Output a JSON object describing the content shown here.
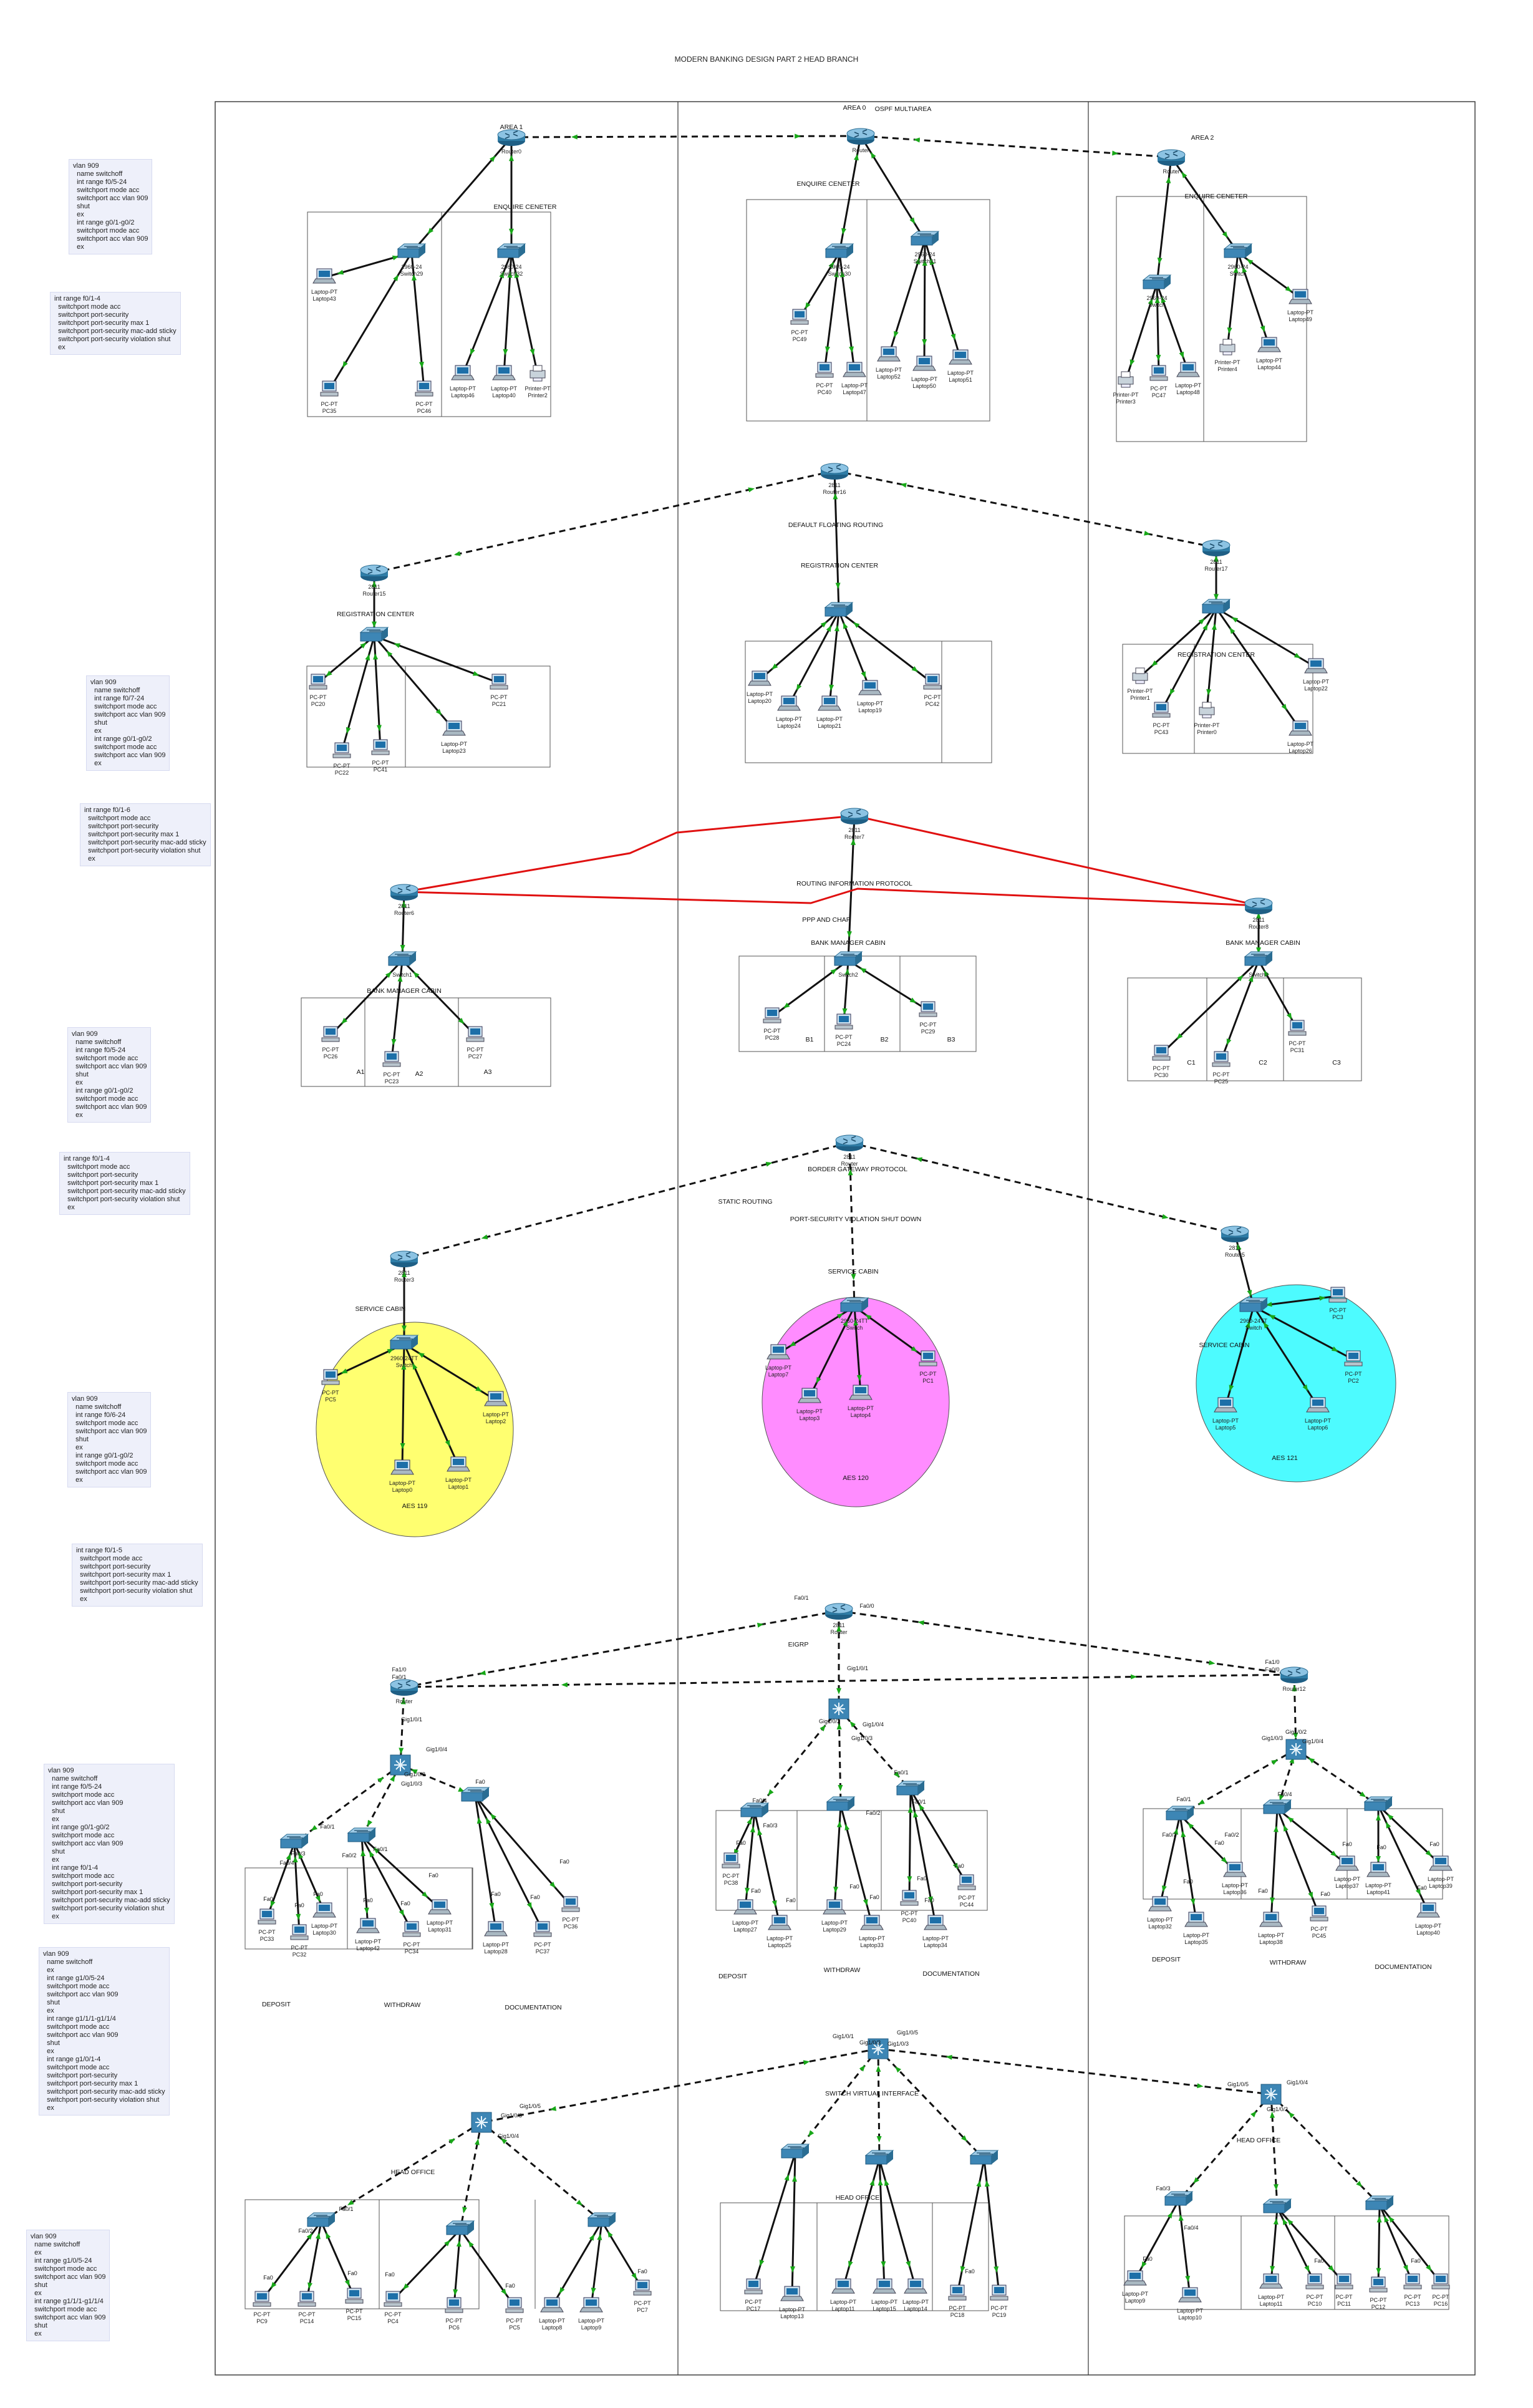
{
  "title": "MODERN BANKING DESIGN PART 2 HEAD BRANCH",
  "config_blocks": [
    {
      "id": "cfg1",
      "text": "vlan 909\n  name switchoff\n  int range f0/5-24\n  switchport mode acc\n  switchport acc vlan 909\n  shut\n  ex\n  int range g0/1-g0/2\n  switchport mode acc\n  switchport acc vlan 909\n  ex"
    },
    {
      "id": "cfg2",
      "text": "int range f0/1-4\n  switchport mode acc\n  switchport port-security\n  switchport port-security max 1\n  switchport port-security mac-add sticky\n  switchport port-security violation shut\n  ex"
    },
    {
      "id": "cfg3",
      "text": "vlan 909\n  name switchoff\n  int range f0/7-24\n  switchport mode acc\n  switchport acc vlan 909\n  shut\n  ex\n  int range g0/1-g0/2\n  switchport mode acc\n  switchport acc vlan 909\n  ex"
    },
    {
      "id": "cfg4",
      "text": "int range f0/1-6\n  switchport mode acc\n  switchport port-security\n  switchport port-security max 1\n  switchport port-security mac-add sticky\n  switchport port-security violation shut\n  ex"
    },
    {
      "id": "cfg5",
      "text": "vlan 909\n  name switchoff\n  int range f0/5-24\n  switchport mode acc\n  switchport acc vlan 909\n  shut\n  ex\n  int range g0/1-g0/2\n  switchport mode acc\n  switchport acc vlan 909\n  ex"
    },
    {
      "id": "cfg6",
      "text": "int range f0/1-4\n  switchport mode acc\n  switchport port-security\n  switchport port-security max 1\n  switchport port-security mac-add sticky\n  switchport port-security violation shut\n  ex"
    },
    {
      "id": "cfg7",
      "text": "vlan 909\n  name switchoff\n  int range f0/6-24\n  switchport mode acc\n  switchport acc vlan 909\n  shut\n  ex\n  int range g0/1-g0/2\n  switchport mode acc\n  switchport acc vlan 909\n  ex"
    },
    {
      "id": "cfg8",
      "text": "int range f0/1-5\n  switchport mode acc\n  switchport port-security\n  switchport port-security max 1\n  switchport port-security mac-add sticky\n  switchport port-security violation shut\n  ex"
    },
    {
      "id": "cfg9",
      "text": "vlan 909\n  name switchoff\n  int range f0/5-24\n  switchport mode acc\n  switchport acc vlan 909\n  shut\n  ex\n  int range g0/1-g0/2\n  switchport mode acc\n  switchport acc vlan 909\n  shut\n  ex\n  int range f0/1-4\n  switchport mode acc\n  switchport port-security\n  switchport port-security max 1\n  switchport port-security mac-add sticky\n  switchport port-security violation shut\n  ex"
    },
    {
      "id": "cfg10",
      "text": "vlan 909\n  name switchoff\n  ex\n  int range g1/0/5-24\n  switchport mode acc\n  switchport acc vlan 909\n  shut\n  ex\n  int range g1/1/1-g1/1/4\n  switchport mode acc\n  switchport acc vlan 909\n  shut\n  ex\n  int range g1/0/1-4\n  switchport mode acc\n  switchport port-security\n  switchport port-security max 1\n  switchport port-security mac-add sticky\n  switchport port-security violation shut\n  ex"
    },
    {
      "id": "cfg11",
      "text": "vlan 909\n  name switchoff\n  ex\n  int range g1/0/5-24\n  switchport mode acc\n  switchport acc vlan 909\n  shut\n  ex\n  int range g1/1/1-g1/1/4\n  switchport mode acc\n  switchport acc vlan 909\n  shut\n  ex"
    }
  ],
  "section_labels": [
    "AREA 1",
    "AREA 0",
    "OSPF MULTIAREA",
    "AREA 2",
    "ENQUIRE CENETER",
    "ENQUIRE CENETER",
    "ENQUIRE CENETER",
    "DEFAULT FLOATING ROUTING",
    "REGISTRATION CENTER",
    "REGISTRATION CENTER",
    "REGISTRATION CENTER",
    "ROUTING INFORMATION PROTOCOL",
    "PPP AND CHAP",
    "BANK MANAGER CABIN",
    "BANK MANAGER CABIN",
    "BANK MANAGER CABIN",
    "A1",
    "A2",
    "A3",
    "B1",
    "B2",
    "B3",
    "C1",
    "C2",
    "C3",
    "BORDER GATEWAY PROTOCOL",
    "STATIC ROUTING",
    "PORT-SECURITY VIOLATION SHUT DOWN",
    "SERVICE CABIN",
    "SERVICE CABIN",
    "SERVICE CABIN",
    "AES 119",
    "AES 120",
    "AES 121",
    "EIGRP",
    "DEPOSIT",
    "WITHDRAW",
    "DOCUMENTATION",
    "DEPOSIT",
    "WITHDRAW",
    "DOCUMENTATION",
    "DEPOSIT",
    "WITHDRAW",
    "DOCUMENTATION",
    "SWITCH VIRTUAL INTERFACE",
    "HEAD OFFICE",
    "HEAD OFFICE",
    "HEAD OFFICE"
  ],
  "device_labels": [
    "Router0",
    "2960-24",
    "Switch29",
    "2960-24",
    "Switch32",
    "Laptop-PT",
    "Laptop43",
    "PC-PT",
    "PC35",
    "PC-PT",
    "PC46",
    "Laptop-PT",
    "Laptop46",
    "Laptop-PT",
    "Laptop40",
    "Printer-PT",
    "Printer2",
    "Router",
    "2960-24",
    "Switch30",
    "2960-24",
    "Switch31",
    "PC-PT",
    "PC49",
    "PC-PT",
    "PC40",
    "Laptop-PT",
    "Laptop47",
    "Laptop-PT",
    "Laptop52",
    "Laptop-PT",
    "Laptop50",
    "Laptop-PT",
    "Laptop51",
    "Router",
    "2960-24",
    "Switch",
    "2960-24",
    "Switch",
    "Printer-PT",
    "Printer3",
    "PC-PT",
    "PC47",
    "Laptop-PT",
    "Laptop48",
    "Printer-PT",
    "Printer4",
    "Laptop-PT",
    "Laptop44",
    "Laptop-PT",
    "Laptop49",
    "2811",
    "Router16",
    "2811",
    "Router15",
    "2811",
    "Router17",
    "PC-PT",
    "PC20",
    "PC-PT",
    "PC22",
    "PC-PT",
    "PC41",
    "Laptop-PT",
    "Laptop23",
    "PC-PT",
    "PC21",
    "Laptop-PT",
    "Laptop20",
    "Laptop-PT",
    "Laptop24",
    "Laptop-PT",
    "Laptop21",
    "Laptop-PT",
    "Laptop19",
    "PC-PT",
    "PC42",
    "Printer-PT",
    "Printer1",
    "PC-PT",
    "PC43",
    "Printer-PT",
    "Printer0",
    "Laptop-PT",
    "Laptop22",
    "Laptop-PT",
    "Laptop26",
    "2811",
    "Router7",
    "2811",
    "Router6",
    "2811",
    "Router8",
    "Switch1",
    "Switch2",
    "Switch3",
    "PC-PT",
    "PC26",
    "PC-PT",
    "PC23",
    "PC-PT",
    "PC27",
    "PC-PT",
    "PC28",
    "PC-PT",
    "PC24",
    "PC-PT",
    "PC29",
    "PC-PT",
    "PC30",
    "PC-PT",
    "PC25",
    "PC-PT",
    "PC31",
    "2811",
    "Router",
    "2811",
    "Router3",
    "2811",
    "Router5",
    "2960-24TT",
    "Switch",
    "PC-PT",
    "PC5",
    "Laptop-PT",
    "Laptop0",
    "Laptop-PT",
    "Laptop1",
    "Laptop-PT",
    "Laptop2",
    "2960-24TT",
    "Switch",
    "Laptop-PT",
    "Laptop7",
    "Laptop-PT",
    "Laptop3",
    "Laptop-PT",
    "Laptop4",
    "PC-PT",
    "PC1",
    "2960-24TT",
    "Switch",
    "PC-PT",
    "PC3",
    "PC-PT",
    "PC2",
    "Laptop-PT",
    "Laptop5",
    "Laptop-PT",
    "Laptop6",
    "2811",
    "Router",
    "Router",
    "Router12",
    "PC-PT",
    "PC33",
    "PC-PT",
    "PC32",
    "Laptop-PT",
    "Laptop30",
    "Laptop-PT",
    "Laptop42",
    "PC-PT",
    "PC34",
    "Laptop-PT",
    "Laptop31",
    "Laptop-PT",
    "Laptop28",
    "PC-PT",
    "PC37",
    "PC-PT",
    "PC36",
    "PC-PT",
    "PC38",
    "Laptop-PT",
    "Laptop27",
    "Laptop-PT",
    "Laptop25",
    "Laptop-PT",
    "Laptop29",
    "Laptop-PT",
    "Laptop33",
    "PC-PT",
    "PC40",
    "Laptop-PT",
    "Laptop34",
    "PC-PT",
    "PC44",
    "Laptop-PT",
    "Laptop32",
    "Laptop-PT",
    "Laptop35",
    "Laptop-PT",
    "Laptop36",
    "Laptop-PT",
    "Laptop38",
    "PC-PT",
    "PC45",
    "Laptop-PT",
    "Laptop37",
    "Laptop-PT",
    "Laptop41",
    "Laptop-PT",
    "Laptop39",
    "Laptop-PT",
    "Laptop40",
    "PC-PT",
    "PC9",
    "PC-PT",
    "PC14",
    "PC-PT",
    "PC15",
    "PC-PT",
    "PC4",
    "PC-PT",
    "PC6",
    "PC-PT",
    "PC5",
    "Laptop-PT",
    "Laptop8",
    "Laptop-PT",
    "Laptop9",
    "PC-PT",
    "PC7",
    "PC-PT",
    "PC17",
    "Laptop-PT",
    "Laptop13",
    "Laptop-PT",
    "Laptop11",
    "Laptop-PT",
    "Laptop15",
    "Laptop-PT",
    "Laptop14",
    "PC-PT",
    "PC18",
    "PC-PT",
    "PC19",
    "Laptop-PT",
    "Laptop9",
    "Laptop-PT",
    "Laptop10",
    "Laptop-PT",
    "Laptop11",
    "PC-PT",
    "PC10",
    "PC-PT",
    "PC11",
    "PC-PT",
    "PC12",
    "PC-PT",
    "PC13",
    "PC-PT",
    "PC16"
  ],
  "interface_labels": [
    "Fa0/1",
    "Fa0/0",
    "Gig1/0/1",
    "Fa1/0",
    "Fa0/1",
    "Fa1/0",
    "Fa0/0",
    "Gig1/0/1",
    "Gig1/0/4",
    "Gig1/0/2",
    "Gig1/0/3",
    "Fa0/1",
    "Fa0/4",
    "Fa0/3",
    "Fa0/2",
    "Fa0/1",
    "Fa0",
    "Fa0",
    "Fa0",
    "Fa0",
    "Fa0",
    "Fa0",
    "Fa0",
    "Fa0",
    "Fa0",
    "Fa0",
    "Gig1/0/4",
    "Gig1/0/2",
    "Gig1/0/3",
    "Fa0/1",
    "Fa0/4",
    "Fa0/3",
    "Fa0/2",
    "Fa0/1",
    "Fa0",
    "Fa0",
    "Fa0",
    "Fa0",
    "Fa0",
    "Fa0",
    "Fa0",
    "Fa0",
    "Gig1/0/2",
    "Gig1/0/3",
    "Gig1/0/4",
    "Fa0/1",
    "Fa0/3",
    "Fa0/2",
    "Fa0/4",
    "Fa0",
    "Fa0",
    "Fa0",
    "Fa0",
    "Fa0",
    "Fa0",
    "Fa0",
    "Fa0",
    "Gig1/0/1",
    "Gig1/0/5",
    "Gig1/0/3",
    "Gig1/0/5",
    "Gig1/0/4",
    "Gig1/0/2",
    "Gig1/0/3",
    "Gig1/0/5",
    "Gig1/0/4",
    "Gig1/0/3",
    "Fa0/1",
    "Fa0/2",
    "Fa0/3",
    "Fa0/4",
    "Fa0",
    "Fa0",
    "Fa0",
    "Fa0",
    "Fa0",
    "Fa0",
    "Fa0",
    "Fa0",
    "Fa0"
  ],
  "colors": {
    "link": "#111111",
    "serial_link": "#e01010",
    "router": "#2f7ea8",
    "switch": "#3d86b5",
    "zone_aes119": "#ffff70",
    "zone_aes120": "#ff8cff",
    "zone_aes121": "#4dfbff",
    "port_up": "#18a818"
  },
  "icons": [
    "router-icon",
    "switch-icon",
    "multilayer-switch-icon",
    "pc-icon",
    "laptop-icon",
    "printer-icon"
  ]
}
